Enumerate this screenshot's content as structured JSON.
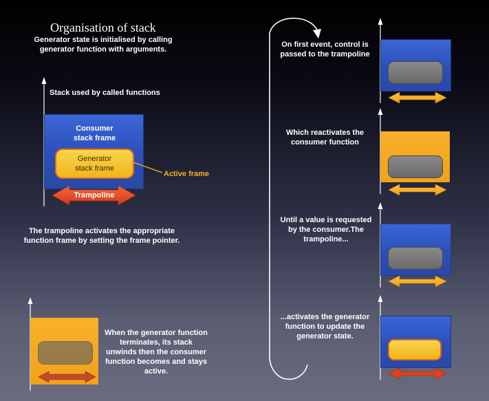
{
  "header": {
    "title": "Organisation of stack",
    "subtitle": "Generator state is initialised by calling generator function with arguments."
  },
  "left": {
    "stack_label": "Stack used by called functions",
    "consumer_label": "Consumer stack frame",
    "generator_label": "Generator stack frame",
    "active_label": "Active frame",
    "trampoline_label": "Trampoline",
    "explanation": "The trampoline activates the appropriate function frame by setting the frame pointer.",
    "termination": "When the generator function terminates, its stack unwinds then the consumer function becomes and stays active."
  },
  "right": {
    "step1": "On first event, control is passed to the trampoline",
    "step2": "Which reactivates the consumer function",
    "step3": "Until a value is requested by the consumer.The trampoline...",
    "step4": "...activates the generator function to update the generator state."
  },
  "colors": {
    "blue": "#2b4fb8",
    "orange": "#f2a11a",
    "trampoline_red": "#e0401c",
    "arrow_orange": "#f5a623",
    "active_label_color": "#f5b11e",
    "grey_pill": "#7a7a7a"
  }
}
